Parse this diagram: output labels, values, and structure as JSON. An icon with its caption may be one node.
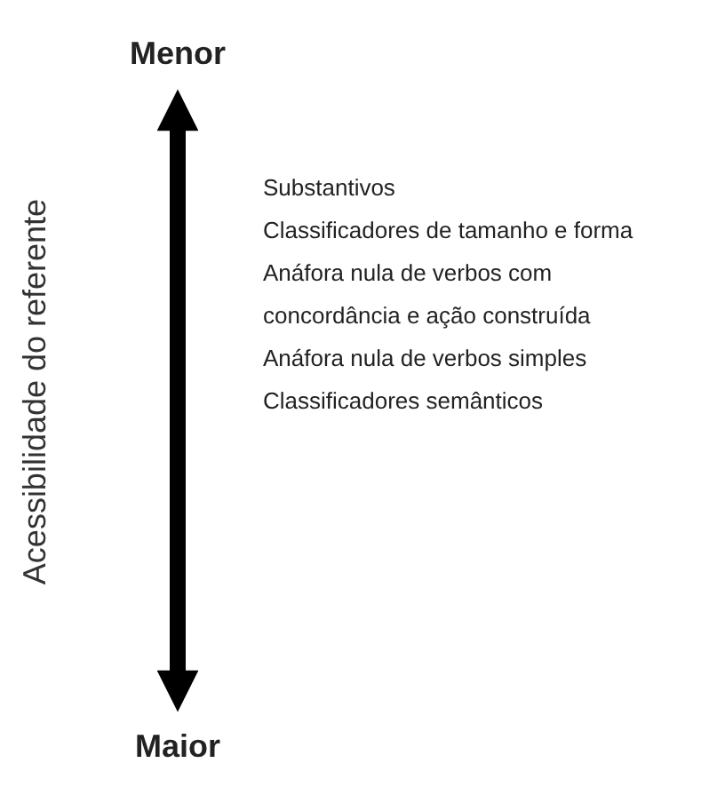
{
  "diagram": {
    "nodes": [
      {
        "text": [
          "Menor"
        ]
      },
      {
        "text": [
          "Maior"
        ]
      }
    ],
    "edges": [
      {
        "from": 0,
        "to": 1,
        "arrow": "both"
      }
    ],
    "labels": [
      "Acessibilidade do referente",
      "Substantivos",
      "Classificadores de tamanho e forma",
      "Anáfora nula de verbos com concordância e ação construída",
      "Anáfora nula de verbos simples",
      "Classificadores semânticos"
    ]
  }
}
